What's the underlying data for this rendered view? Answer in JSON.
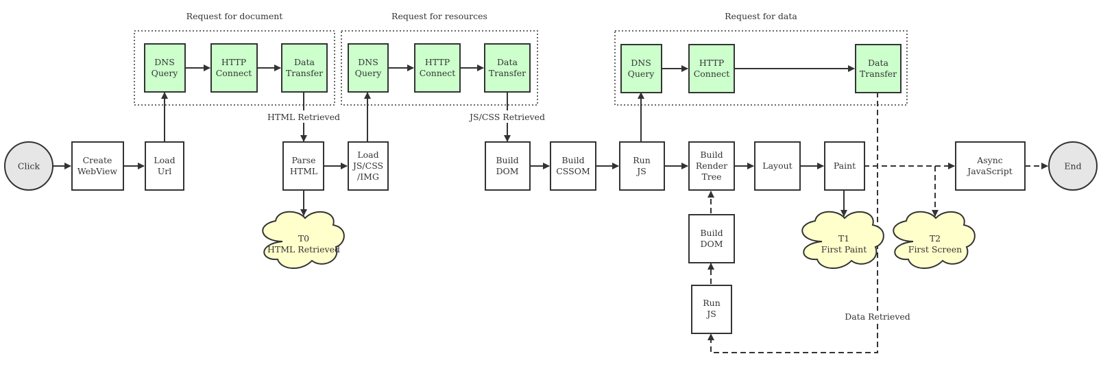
{
  "groups": {
    "document": {
      "title": "Request for document"
    },
    "resources": {
      "title": "Request for resources"
    },
    "data": {
      "title": "Request for data"
    }
  },
  "nodes": {
    "click": [
      "Click"
    ],
    "create_webview": [
      "Create",
      "WebView"
    ],
    "load_url": [
      "Load",
      "Url"
    ],
    "doc_dns": [
      "DNS",
      "Query"
    ],
    "doc_http": [
      "HTTP",
      "Connect"
    ],
    "doc_transfer": [
      "Data",
      "Transfer"
    ],
    "parse_html": [
      "Parse",
      "HTML"
    ],
    "t0": [
      "T0",
      "HTML Retrieved"
    ],
    "load_resources": [
      "Load",
      "JS/CSS",
      "/IMG"
    ],
    "res_dns": [
      "DNS",
      "Query"
    ],
    "res_http": [
      "HTTP",
      "Connect"
    ],
    "res_transfer": [
      "Data",
      "Transfer"
    ],
    "build_dom": [
      "Build",
      "DOM"
    ],
    "build_cssom": [
      "Build",
      "CSSOM"
    ],
    "run_js": [
      "Run",
      "JS"
    ],
    "data_dns": [
      "DNS",
      "Query"
    ],
    "data_http": [
      "HTTP",
      "Connect"
    ],
    "data_transfer": [
      "Data",
      "Transfer"
    ],
    "build_render_tree": [
      "Build",
      "Render",
      "Tree"
    ],
    "build_dom_2": [
      "Build",
      "DOM"
    ],
    "run_js_2": [
      "Run",
      "JS"
    ],
    "layout": [
      "Layout"
    ],
    "paint": [
      "Paint"
    ],
    "t1": [
      "T1",
      "First Paint"
    ],
    "t2": [
      "T2",
      "First Screen"
    ],
    "async_js": [
      "Async",
      "JavaScript"
    ],
    "end": [
      "End"
    ]
  },
  "edge_labels": {
    "html_retrieved": "HTML Retrieved",
    "jscss_retrieved": "JS/CSS Retrieved",
    "data_retrieved": "Data Retrieved"
  },
  "colors": {
    "request_fill": "#ccffcc",
    "milestone_fill": "#ffffcc",
    "terminal_fill": "#e6e6e6",
    "step_fill": "#ffffff",
    "stroke": "#333333"
  }
}
